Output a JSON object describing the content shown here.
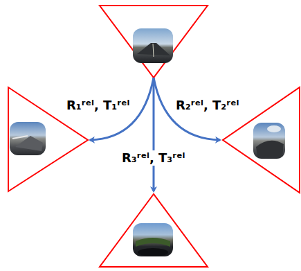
{
  "diagram": {
    "labels": [
      "R₁ʳᵉˡ, T₁ʳᵉˡ",
      "R₂ʳᵉˡ, T₂ʳᵉˡ",
      "R₃ʳᵉˡ, T₃ʳᵉˡ"
    ]
  }
}
